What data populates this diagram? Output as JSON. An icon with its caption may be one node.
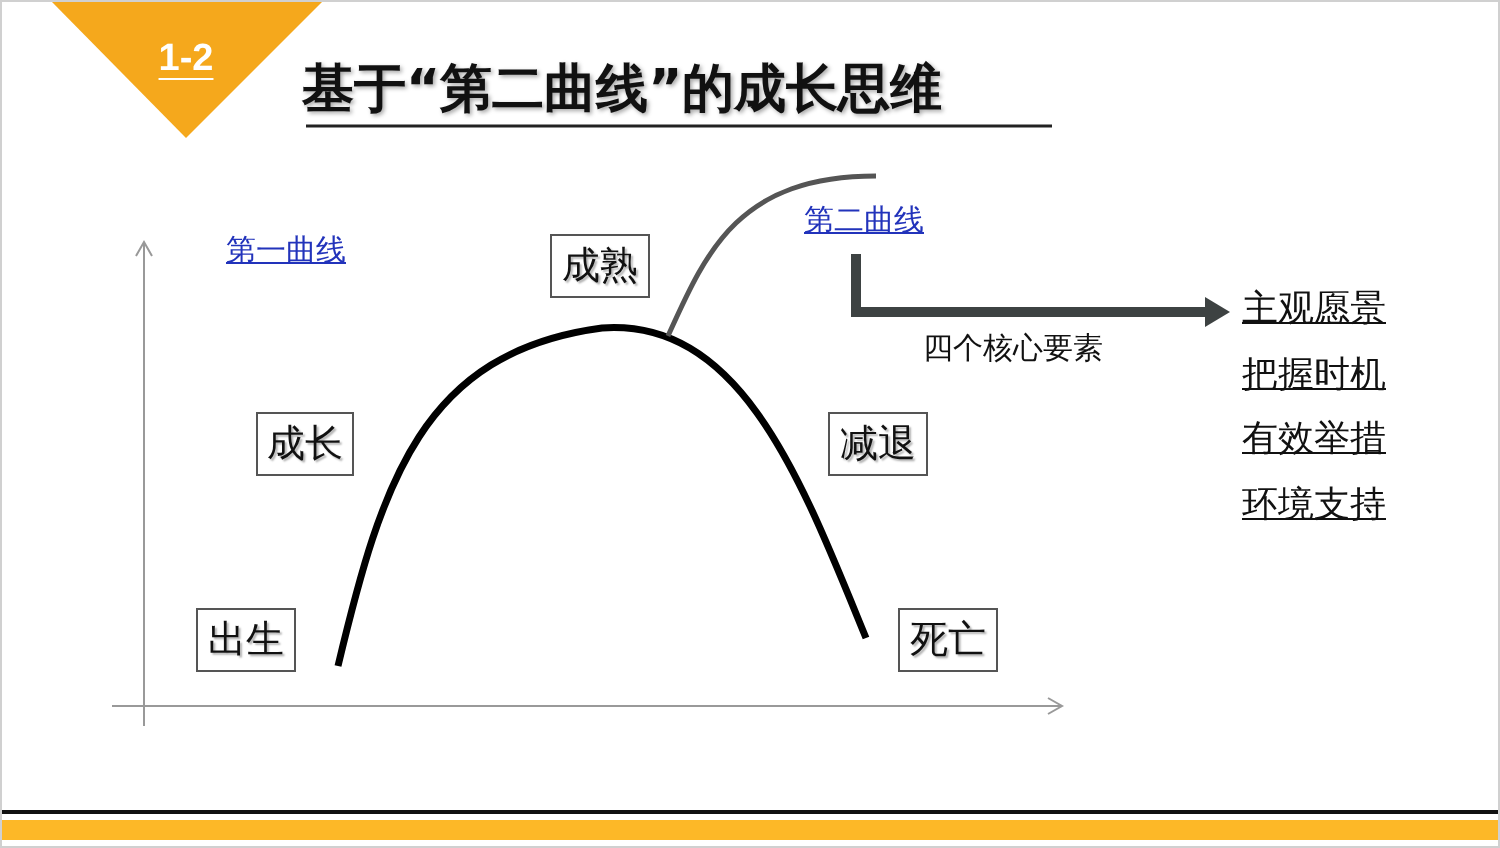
{
  "diagram": {
    "title": "基于“第二曲线”的成长思维",
    "nodes": [
      {
        "text": [
          "第一曲线"
        ]
      },
      {
        "text": [
          "成熟"
        ]
      },
      {
        "text": [
          "第二曲线"
        ]
      },
      {
        "text": [
          "成长"
        ]
      },
      {
        "text": [
          "减退"
        ]
      },
      {
        "text": [
          "出生"
        ]
      },
      {
        "text": [
          "死亡"
        ]
      },
      {
        "text": [
          "主观愿景"
        ]
      }
    ],
    "edges": [
      {
        "from": 2,
        "to": 7,
        "arrow": "to",
        "label": "四个核心要素"
      }
    ],
    "labels": [
      "1-2",
      "把握时机",
      "有效举措",
      "环境支持"
    ]
  }
}
